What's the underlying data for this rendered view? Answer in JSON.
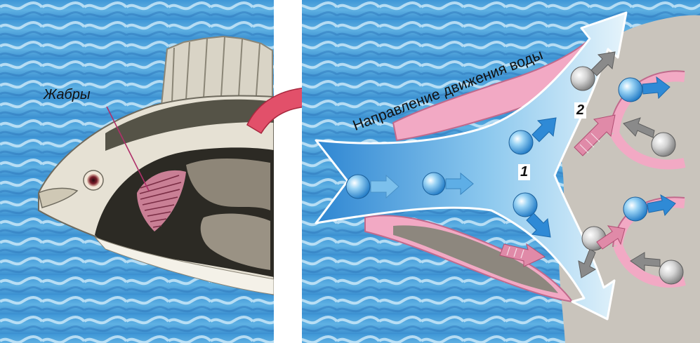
{
  "labels": {
    "gills": "Жабры",
    "water_flow": "Направление движения воды",
    "marker_1": "1",
    "marker_2": "2"
  },
  "colors": {
    "water": "#4aa3dc",
    "water_light": "#bfe3f6",
    "flow_arrow": "#1f7fcf",
    "tissue_pink": "#f2a9c4",
    "tissue_grey": "#c9c4bc",
    "transfer_arrow": "#e08aa8",
    "big_arrow": "#e2506a"
  },
  "icons": {
    "oxygen_molecule": "blue-sphere-icon",
    "co2_molecule": "grey-sphere-icon",
    "pointer": "red-curved-arrow-icon"
  }
}
